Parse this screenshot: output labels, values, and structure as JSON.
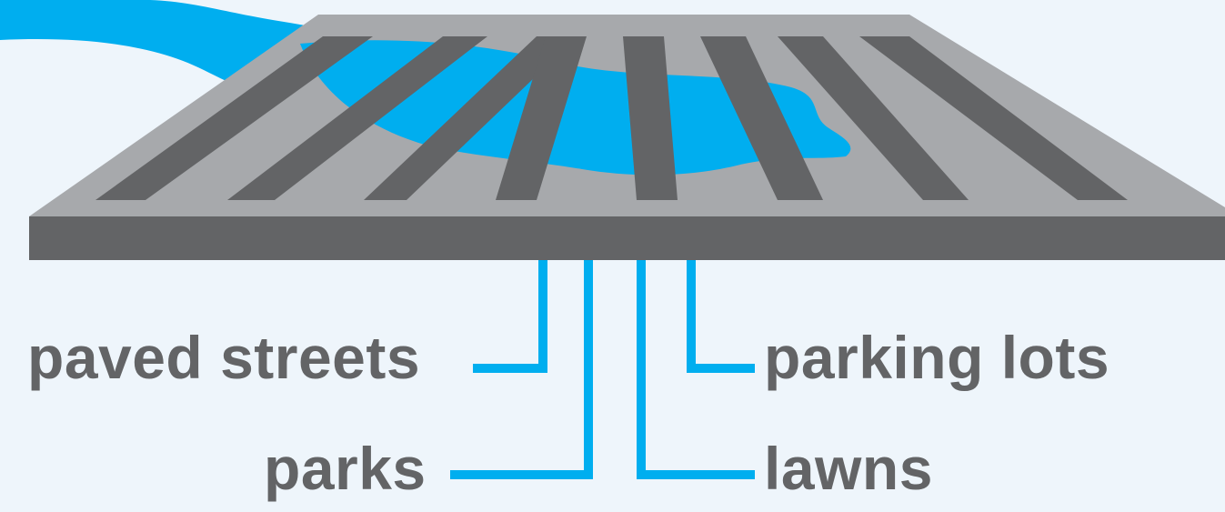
{
  "colors": {
    "background": "#eef5fb",
    "water": "#00aeef",
    "grate_frame": "#a7a9ac",
    "grate_slot": "#636466",
    "grate_edge": "#636466",
    "label_text": "#636466",
    "leader_line": "#00aeef"
  },
  "labels": {
    "paved_streets": "paved streets",
    "parking_lots": "parking lots",
    "parks": "parks",
    "lawns": "lawns"
  }
}
